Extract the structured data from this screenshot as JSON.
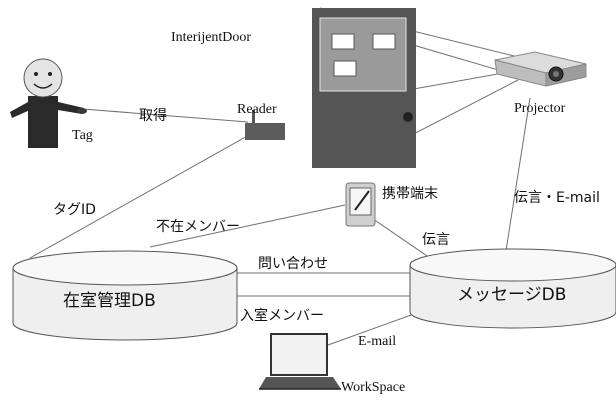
{
  "labels": {
    "door": "InterijentDoor",
    "projector": "Projector",
    "reader": "Reader",
    "tag": "Tag",
    "acquire": "取得",
    "tag_id": "タグID",
    "absent_members": "不在メンバー",
    "mobile": "携帯端末",
    "message_email": "伝言・E-mail",
    "message": "伝言",
    "inquiry": "問い合わせ",
    "presence_db": "在室管理DB",
    "message_db": "メッセージDB",
    "present_members": "入室メンバー",
    "email": "E-mail",
    "workspace": "WorkSpace"
  },
  "colors": {
    "door_body": "#555555",
    "door_panel": "#9a9a9a",
    "db_fill": "#efefef",
    "line": "#6f6f6f",
    "text": "#111111"
  },
  "icons": [
    "person-icon",
    "reader-icon",
    "door-icon",
    "projector-icon",
    "mobile-icon",
    "laptop-icon",
    "database-icon"
  ]
}
